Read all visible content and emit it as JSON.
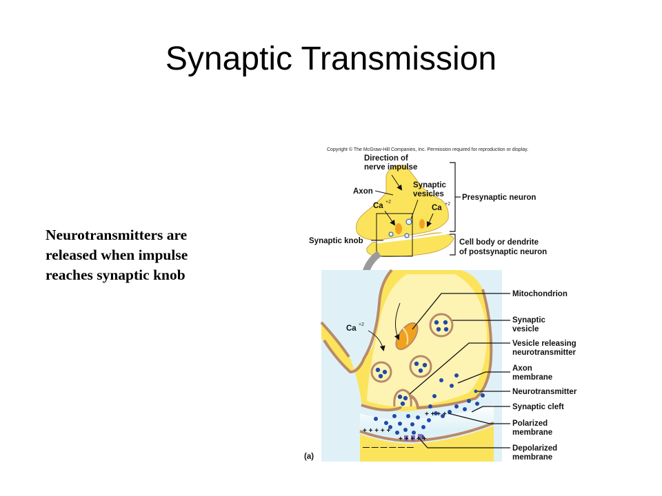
{
  "slide": {
    "title": "Synaptic Transmission",
    "body_lines": [
      "Neurotransmitters are",
      "released when impulse",
      "reaches synaptic knob"
    ]
  },
  "figure": {
    "copyright": "Copyright © The McGraw-Hill Companies, Inc. Permission required for reproduction or display.",
    "top_labels": {
      "direction_line1": "Direction of",
      "direction_line2": "nerve impulse",
      "axon": "Axon",
      "synaptic_line1": "Synaptic",
      "synaptic_line2": "vesicles",
      "ca_left": "Ca",
      "ca_right": "Ca",
      "superscript": "+2",
      "presynaptic": "Presynaptic neuron",
      "synaptic_knob": "Synaptic knob",
      "cell_body_line1": "Cell body or dendrite",
      "cell_body_line2": "of postsynaptic neuron"
    },
    "detail_labels": {
      "ca": "Ca",
      "superscript": "+2",
      "mitochondrion": "Mitochondrion",
      "synaptic_vesicle_line1": "Synaptic",
      "synaptic_vesicle_line2": "vesicle",
      "vesicle_releasing_line1": "Vesicle releasing",
      "vesicle_releasing_line2": "neurotransmitter",
      "axon_membrane_line1": "Axon",
      "axon_membrane_line2": "membrane",
      "neurotransmitter": "Neurotransmitter",
      "synaptic_cleft": "Synaptic cleft",
      "polarized_line1": "Polarized",
      "polarized_line2": "membrane",
      "depolarized_line1": "Depolarized",
      "depolarized_line2": "membrane",
      "panel": "(a)"
    },
    "charges": {
      "plus_left": "+ + + + +",
      "plus_right": "+ + + +",
      "plus_bottom": "+ + + + +",
      "minus_bottom": "— — — — — —"
    },
    "colors": {
      "yellow": "#fbe45b",
      "light_yellow": "#fdf3b3",
      "membrane_brown": "#b88a6a",
      "cleft_blue": "#dff1f7",
      "dot_blue": "#1f4aa8",
      "mito_orange": "#f0a21e",
      "arrow_gray": "#9a9a9a"
    }
  }
}
